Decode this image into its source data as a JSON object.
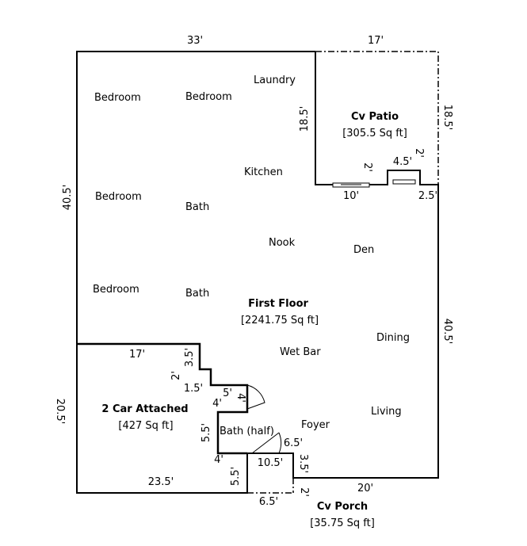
{
  "rooms": {
    "bedroom_1": "Bedroom",
    "bedroom_2": "Bedroom",
    "bedroom_3": "Bedroom",
    "bedroom_4": "Bedroom",
    "laundry": "Laundry",
    "kitchen": "Kitchen",
    "bath_1": "Bath",
    "bath_2": "Bath",
    "nook": "Nook",
    "den": "Den",
    "dining": "Dining",
    "wet_bar": "Wet Bar",
    "foyer": "Foyer",
    "living": "Living",
    "bath_half": "Bath (half)"
  },
  "areas": {
    "cv_patio": {
      "name": "Cv Patio",
      "area": "[305.5 Sq ft]"
    },
    "first_floor": {
      "name": "First Floor",
      "area": "[2241.75 Sq ft]"
    },
    "garage": {
      "name": "2 Car Attached",
      "area": "[427 Sq ft]"
    },
    "cv_porch": {
      "name": "Cv Porch",
      "area": "[35.75 Sq ft]"
    }
  },
  "dimensions": {
    "top_main": "33'",
    "top_patio": "17'",
    "left_main": "40.5'",
    "patio_left": "18.5'",
    "patio_right": "18.5'",
    "patio_small_2": "2'",
    "patio_small_2b": "2'",
    "patio_4_5": "4.5'",
    "patio_10": "10'",
    "patio_2_5": "2.5'",
    "right_main": "40.5'",
    "garage_top": "17'",
    "garage_3_5": "3.5'",
    "garage_2": "2'",
    "garage_1_5": "1.5'",
    "garage_5": "5'",
    "garage_4": "4'",
    "garage_4b": "4'",
    "garage_5_5": "5.5'",
    "garage_4c": "4'",
    "garage_left": "20.5'",
    "garage_bottom": "23.5'",
    "garage_5_5b": "5.5'",
    "porch_6_5": "6.5'",
    "porch_10_5": "10.5'",
    "porch_3_5": "3.5'",
    "porch_20": "20'",
    "porch_2": "2'",
    "porch_6_5b": "6.5'"
  }
}
